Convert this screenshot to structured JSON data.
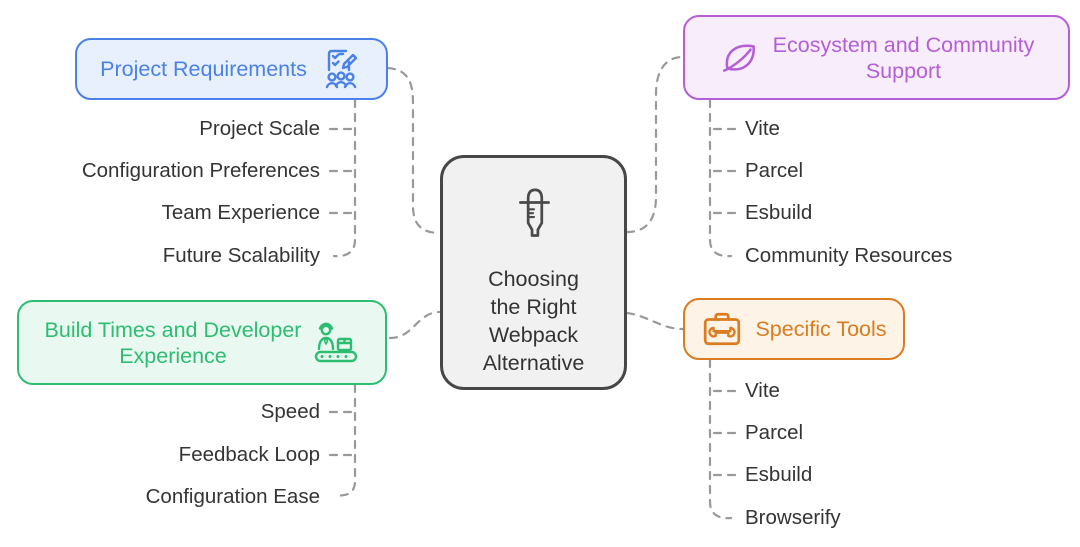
{
  "root": {
    "title": "Choosing\nthe Right\nWebpack\nAlternative",
    "icon": "dropper-icon",
    "border_color": "#474747",
    "fill_color": "#f1f1f1",
    "text_color": "#333333"
  },
  "connector_color": "#999999",
  "item_text_color": "#343434",
  "branches": [
    {
      "label": "Project Requirements",
      "icon": "checklist-people-icon",
      "accent": "#4a81e8",
      "fill": "#e8f0fd",
      "position": "top-left",
      "items": [
        "Project Scale",
        "Configuration Preferences",
        "Team Experience",
        "Future Scalability"
      ]
    },
    {
      "label": "Ecosystem and Community\nSupport",
      "icon": "leaf-icon",
      "accent": "#b45fd6",
      "fill": "#f7edfb",
      "position": "top-right",
      "items": [
        "Vite",
        "Parcel",
        "Esbuild",
        "Community Resources"
      ]
    },
    {
      "label": "Build Times and Developer\nExperience",
      "icon": "assembly-line-icon",
      "accent": "#2dbd71",
      "fill": "#e9f8f0",
      "position": "bottom-left",
      "items": [
        "Speed",
        "Feedback Loop",
        "Configuration Ease"
      ]
    },
    {
      "label": "Specific Tools",
      "icon": "toolbox-icon",
      "accent": "#da7c1f",
      "fill": "#fdf3e6",
      "position": "bottom-right",
      "items": [
        "Vite",
        "Parcel",
        "Esbuild",
        "Browserify"
      ]
    }
  ]
}
